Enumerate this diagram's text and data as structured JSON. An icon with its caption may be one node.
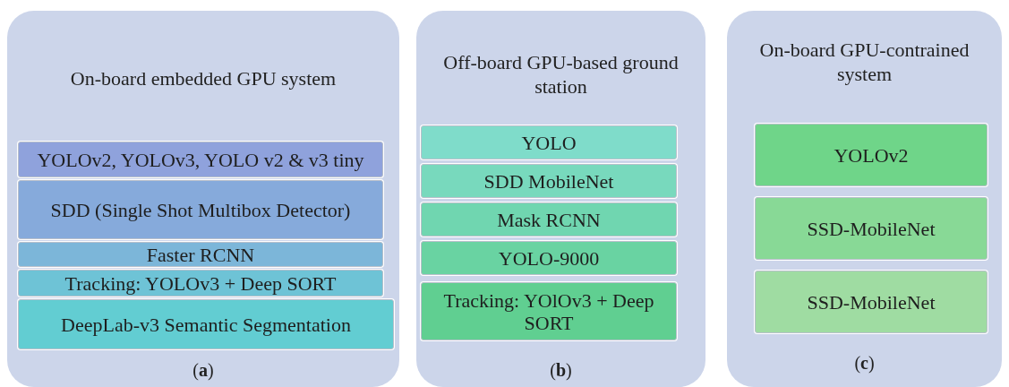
{
  "diagram": {
    "nodes": [
      {
        "text": [
          "On-board embedded GPU system",
          "(**a**)"
        ]
      },
      {
        "text": [
          "YOLOv2, YOLOv3, YOLO v2 & v3 tiny"
        ],
        "in": 0
      },
      {
        "text": [
          "SDD (Single Shot Multibox Detector)"
        ],
        "in": 0
      },
      {
        "text": [
          "Faster RCNN"
        ],
        "in": 0
      },
      {
        "text": [
          "Tracking: YOLOv3 + Deep SORT"
        ],
        "in": 0
      },
      {
        "text": [
          "DeepLab-v3 Semantic Segmentation"
        ],
        "in": 0
      },
      {
        "text": [
          "Off-board GPU-based ground station",
          "(**b**)"
        ]
      },
      {
        "text": [
          "YOLO"
        ],
        "in": 6
      },
      {
        "text": [
          "SDD MobileNet"
        ],
        "in": 6
      },
      {
        "text": [
          "Mask RCNN"
        ],
        "in": 6
      },
      {
        "text": [
          "YOLO-9000"
        ],
        "in": 6
      },
      {
        "text": [
          "Tracking: YOlOv3 + Deep SORT"
        ],
        "in": 6
      },
      {
        "text": [
          "On-board GPU-contrained system",
          "(**c**)"
        ]
      },
      {
        "text": [
          "YOLOv2"
        ],
        "in": 12
      },
      {
        "text": [
          "SSD-MobileNet"
        ],
        "in": 12
      },
      {
        "text": [
          "SSD-MobileNet"
        ],
        "in": 12
      }
    ]
  }
}
